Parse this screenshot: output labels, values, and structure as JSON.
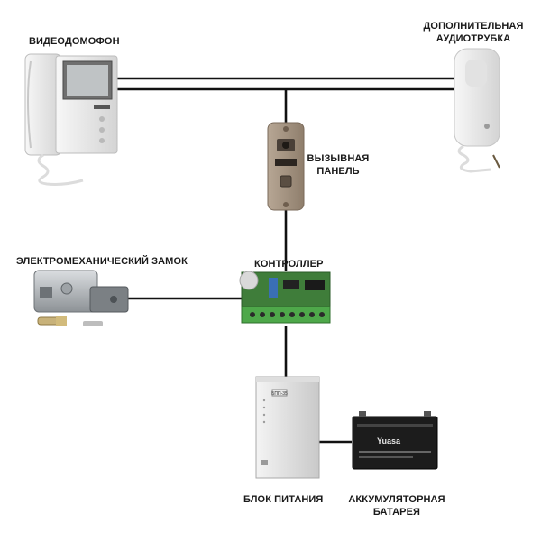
{
  "colors": {
    "background": "#ffffff",
    "wire": "#111111",
    "device_white": "#ececec",
    "device_shade": "#cfcfcf",
    "pcb_green": "#3f7d3a",
    "terminal_green": "#4ea84a",
    "call_panel": "#a89684",
    "lock_silver": "#b8bcc0",
    "battery_black": "#1c1c1c"
  },
  "labels": {
    "videophone": "ВИДЕОДОМОФОН",
    "extra_handset_line1": "ДОПОЛНИТЕЛЬНАЯ",
    "extra_handset_line2": "АУДИОТРУБКА",
    "call_panel_line1": "ВЫЗЫВНАЯ",
    "call_panel_line2": "ПАНЕЛЬ",
    "lock": "ЭЛЕКТРОМЕХАНИЧЕСКИЙ ЗАМОК",
    "controller": "КОНТРОЛЛЕР",
    "power_supply": "БЛОК ПИТАНИЯ",
    "battery_line1": "АККУМУЛЯТОРНАЯ",
    "battery_line2": "БАТАРЕЯ"
  },
  "device_markings": {
    "psu_model": "БПП-35",
    "battery_brand": "Yuasa"
  },
  "icons": [
    "videophone-icon",
    "handset-icon",
    "call-panel-icon",
    "lock-icon",
    "controller-board-icon",
    "power-supply-icon",
    "battery-icon"
  ]
}
